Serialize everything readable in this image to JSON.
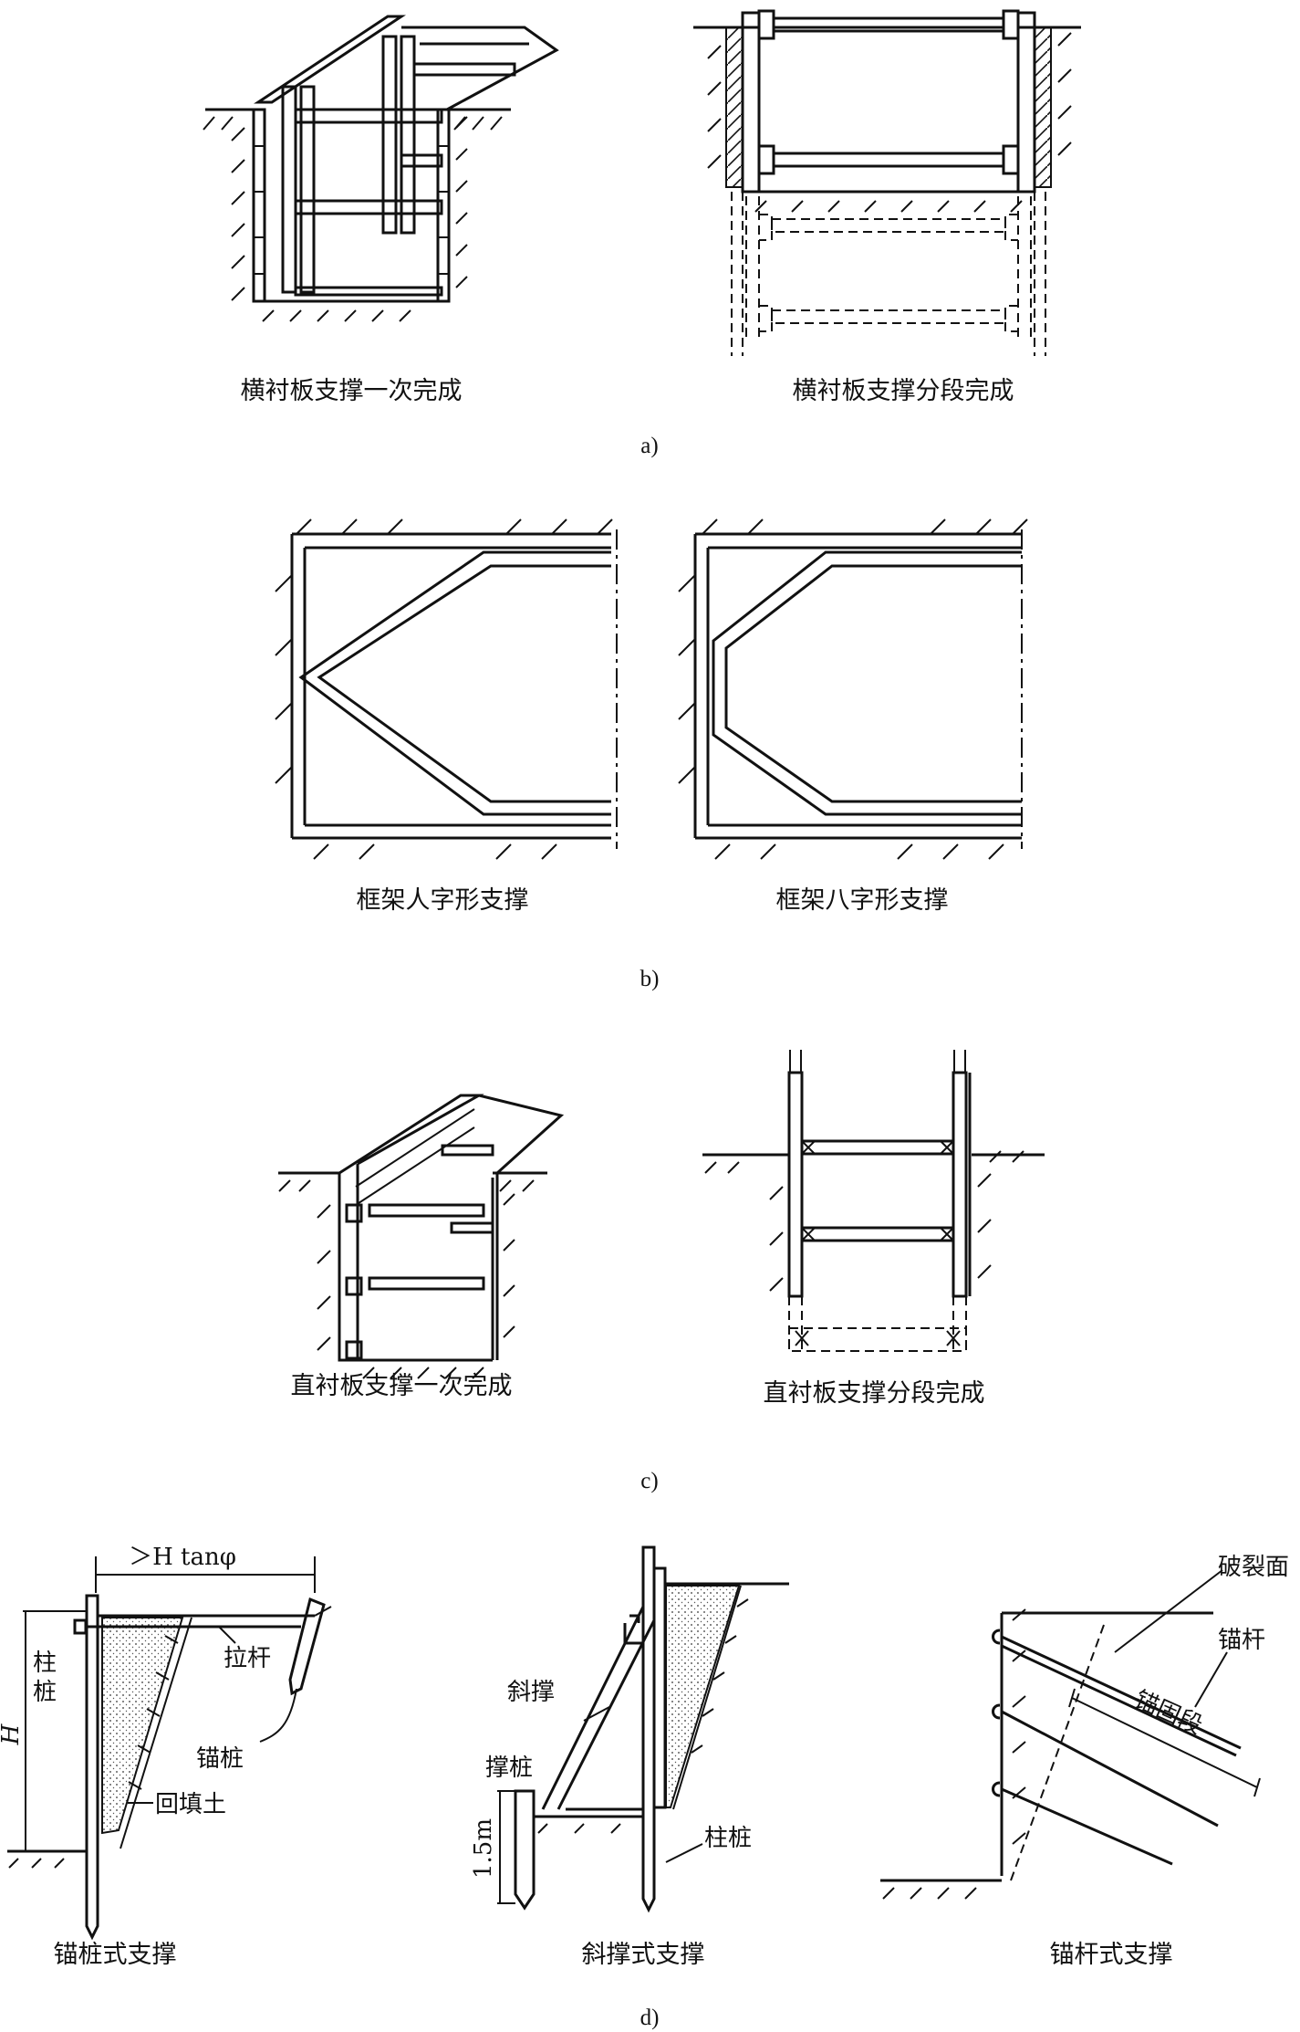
{
  "panels": {
    "a": {
      "sublabel": "a)",
      "left_caption": "横衬板支撑一次完成",
      "right_caption": "横衬板支撑分段完成"
    },
    "b": {
      "sublabel": "b)",
      "left_caption": "框架人字形支撑",
      "right_caption": "框架八字形支撑"
    },
    "c": {
      "sublabel": "c)",
      "left_caption": "直衬板支撑一次完成",
      "right_caption": "直衬板支撑分段完成"
    },
    "d": {
      "sublabel": "d)",
      "left_caption": "锚桩式支撑",
      "middle_caption": "斜撑式支撑",
      "right_caption": "锚杆式支撑",
      "labels": {
        "dimension": "＞H tanφ",
        "height": "H",
        "column_pile_char1": "柱",
        "column_pile_char2": "桩",
        "tie_rod": "拉杆",
        "anchor_pile": "锚桩",
        "backfill": "回填土",
        "diagonal_brace": "斜撑",
        "brace_pile": "撑桩",
        "brace_pile_depth": "1.5m",
        "column_pile": "柱桩",
        "failure_surface": "破裂面",
        "anchor_rod": "锚杆",
        "anchorage_section": "锚固段"
      }
    }
  }
}
